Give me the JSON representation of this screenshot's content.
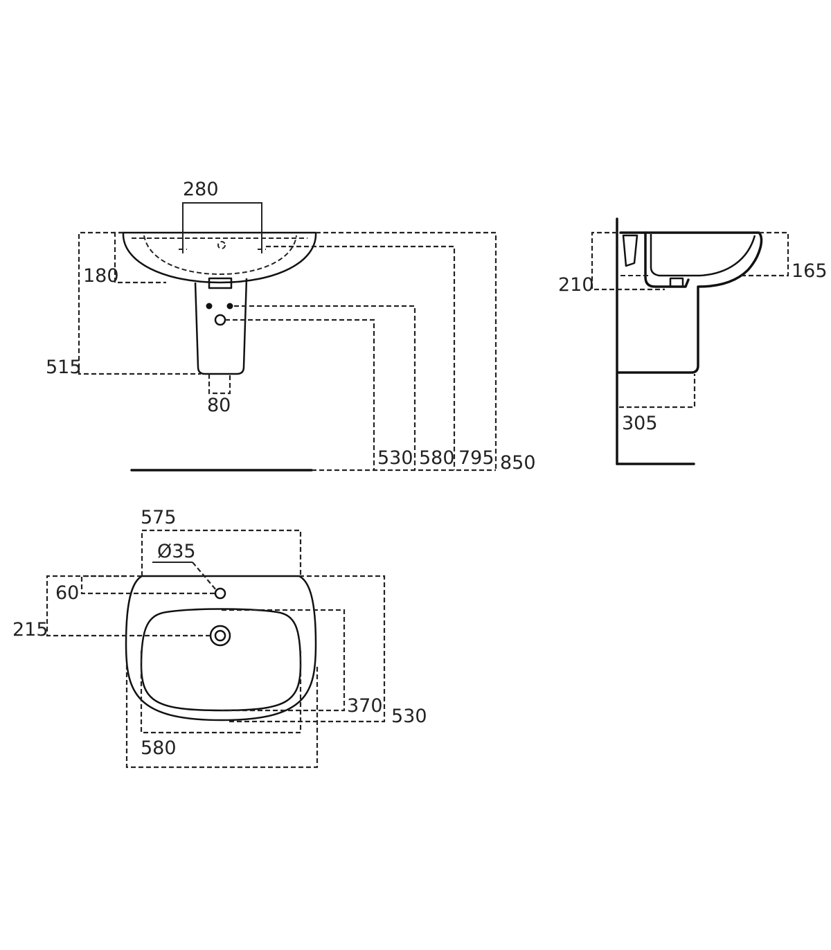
{
  "front_view": {
    "tap_hole_spacing": "280",
    "basin_height": "180",
    "pedestal_depth": "515",
    "pedestal_width": "80",
    "height_530": "530",
    "height_580": "580",
    "height_795": "795",
    "height_850": "850"
  },
  "side_view": {
    "depth_210": "210",
    "depth_165": "165",
    "projection_305": "305"
  },
  "plan_view": {
    "width_575": "575",
    "tap_hole_diameter": "Ø35",
    "offset_60": "60",
    "offset_215": "215",
    "bowl_depth_370": "370",
    "overall_depth_530": "530",
    "overall_width_580": "580"
  }
}
